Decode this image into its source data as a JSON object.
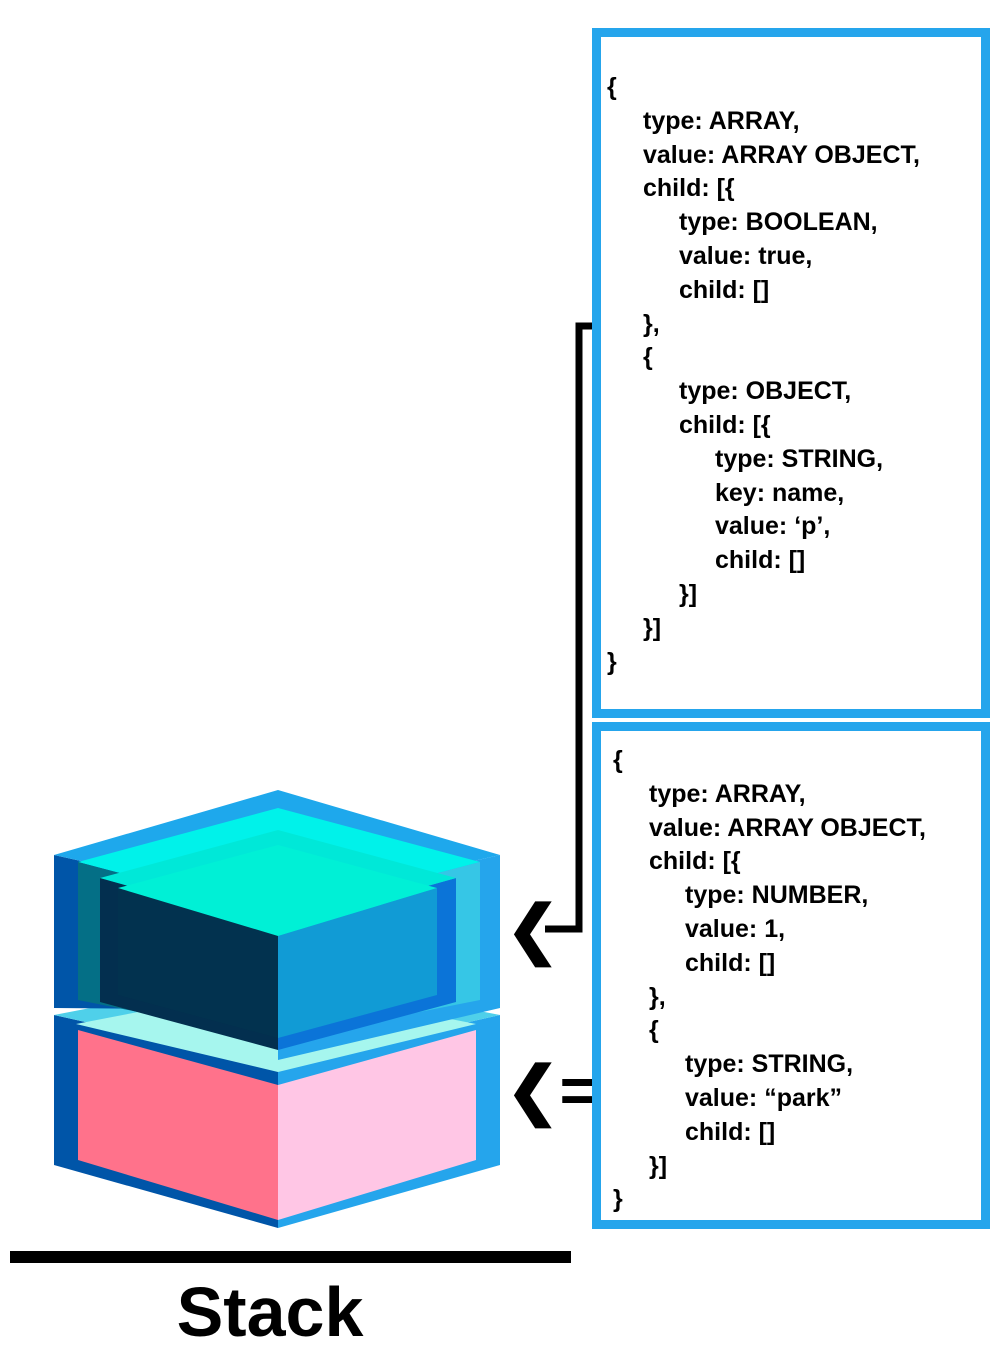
{
  "stack_label": "Stack",
  "arrows": {
    "peek": "❮",
    "push": "❮="
  },
  "colors": {
    "frame_blue": "#25a5ec",
    "cube_top_face": "#00e8d8",
    "cube_top_dark": "#023550",
    "pink_front": "#ff728b",
    "pink_side": "#ffc6e5"
  },
  "code_top": [
    {
      "indent": 0,
      "text": "{"
    },
    {
      "indent": 1,
      "text": "type: ARRAY,"
    },
    {
      "indent": 1,
      "text": "value: ARRAY OBJECT,"
    },
    {
      "indent": 1,
      "text": "child: [{"
    },
    {
      "indent": 2,
      "text": "type: BOOLEAN,"
    },
    {
      "indent": 2,
      "text": "value: true,"
    },
    {
      "indent": 2,
      "text": "child: []"
    },
    {
      "indent": 1,
      "text": "},"
    },
    {
      "indent": 1,
      "text": "{"
    },
    {
      "indent": 2,
      "text": "type: OBJECT,"
    },
    {
      "indent": 2,
      "text": "child: [{"
    },
    {
      "indent": 3,
      "text": "type: STRING,"
    },
    {
      "indent": 3,
      "text": "key: name,"
    },
    {
      "indent": 3,
      "text": "value: ‘p’,"
    },
    {
      "indent": 3,
      "text": "child: []"
    },
    {
      "indent": 2,
      "text": "}]"
    },
    {
      "indent": 1,
      "text": "}]"
    },
    {
      "indent": 0,
      "text": "}"
    }
  ],
  "code_bottom": [
    {
      "indent": 0,
      "text": "{"
    },
    {
      "indent": 1,
      "text": "type: ARRAY,"
    },
    {
      "indent": 1,
      "text": "value: ARRAY OBJECT,"
    },
    {
      "indent": 1,
      "text": "child: [{"
    },
    {
      "indent": 2,
      "text": "type: NUMBER,"
    },
    {
      "indent": 2,
      "text": "value: 1,"
    },
    {
      "indent": 2,
      "text": "child: []"
    },
    {
      "indent": 1,
      "text": "},"
    },
    {
      "indent": 1,
      "text": "{"
    },
    {
      "indent": 2,
      "text": "type: STRING,"
    },
    {
      "indent": 2,
      "text": "value: “park”"
    },
    {
      "indent": 2,
      "text": "child: []"
    },
    {
      "indent": 1,
      "text": "}]"
    },
    {
      "indent": 0,
      "text": "}"
    }
  ]
}
